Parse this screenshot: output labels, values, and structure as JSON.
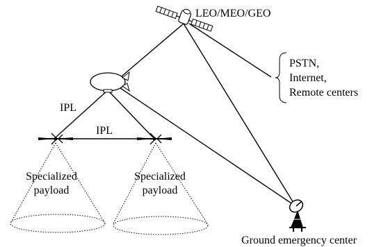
{
  "labels": {
    "satellite": "LEO/MEO/GEO",
    "networks": [
      "PSTN,",
      "Internet,",
      "Remote centers"
    ],
    "ipl_upper": "IPL",
    "ipl_lower": "IPL",
    "payload_left": [
      "Specialized",
      "payload"
    ],
    "payload_right": [
      "Specialized",
      "payload"
    ],
    "ground": "Ground emergency center"
  },
  "icons": {
    "satellite": "satellite-icon",
    "airship": "airship-icon",
    "uav_left": "uav-icon",
    "uav_right": "uav-icon",
    "ground_station": "satellite-dish-icon"
  },
  "colors": {
    "line": "#000000",
    "background": "#ffffff"
  }
}
